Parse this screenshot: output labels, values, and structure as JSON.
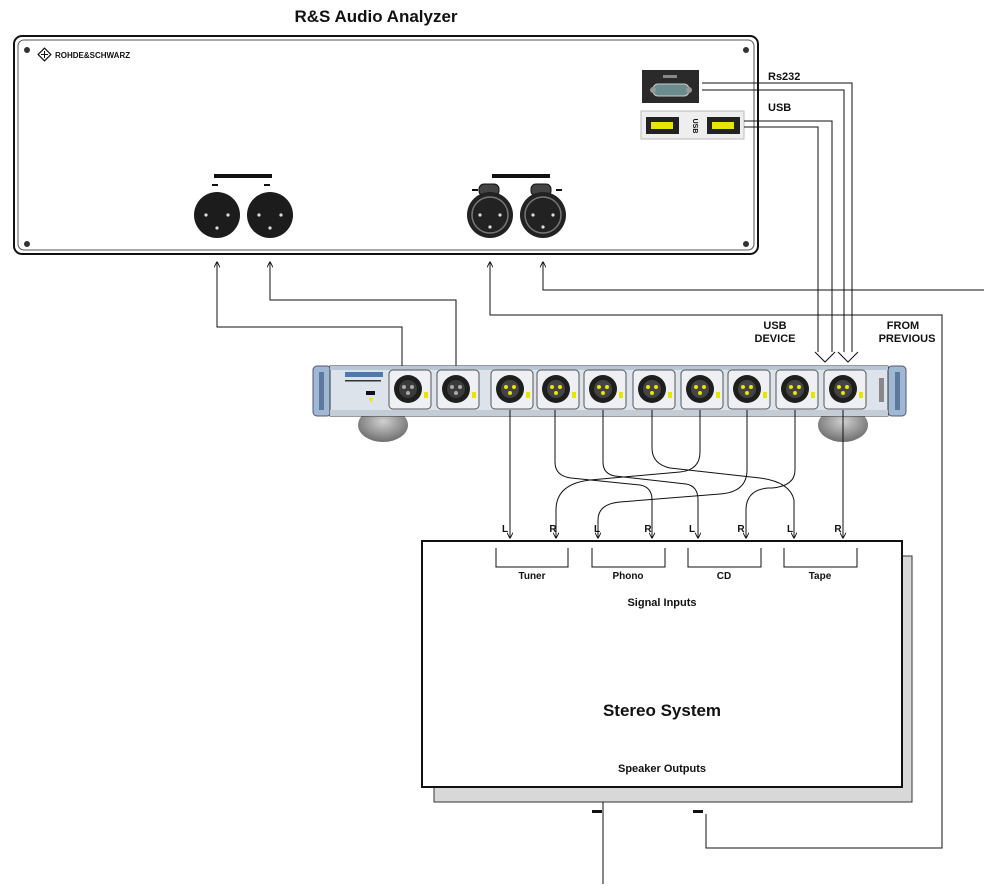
{
  "analyzer": {
    "title": "R&S Audio Analyzer",
    "logo_text": "ROHDE&SCHWARZ",
    "usb_label": "USB"
  },
  "ports": {
    "rs232": "Rs232",
    "usb": "USB",
    "usb_device_line1": "USB",
    "usb_device_line2": "DEVICE",
    "from_previous_line1": "FROM",
    "from_previous_line2": "PREVIOUS"
  },
  "stereo": {
    "title": "Stereo System",
    "signal_inputs": "Signal Inputs",
    "speaker_outputs": "Speaker Outputs",
    "inputs": [
      {
        "name": "Tuner",
        "left": "L",
        "right": "R"
      },
      {
        "name": "Phono",
        "left": "L",
        "right": "R"
      },
      {
        "name": "CD",
        "left": "L",
        "right": "R"
      },
      {
        "name": "Tape",
        "left": "L",
        "right": "R"
      }
    ]
  },
  "colors": {
    "panel_gray": "#e9e9e9",
    "connector_dark": "#222222",
    "xlr_yellow": "#e8e600",
    "rack_blue": "#9fb8d4",
    "foot_gray": "#8a8a8a"
  }
}
